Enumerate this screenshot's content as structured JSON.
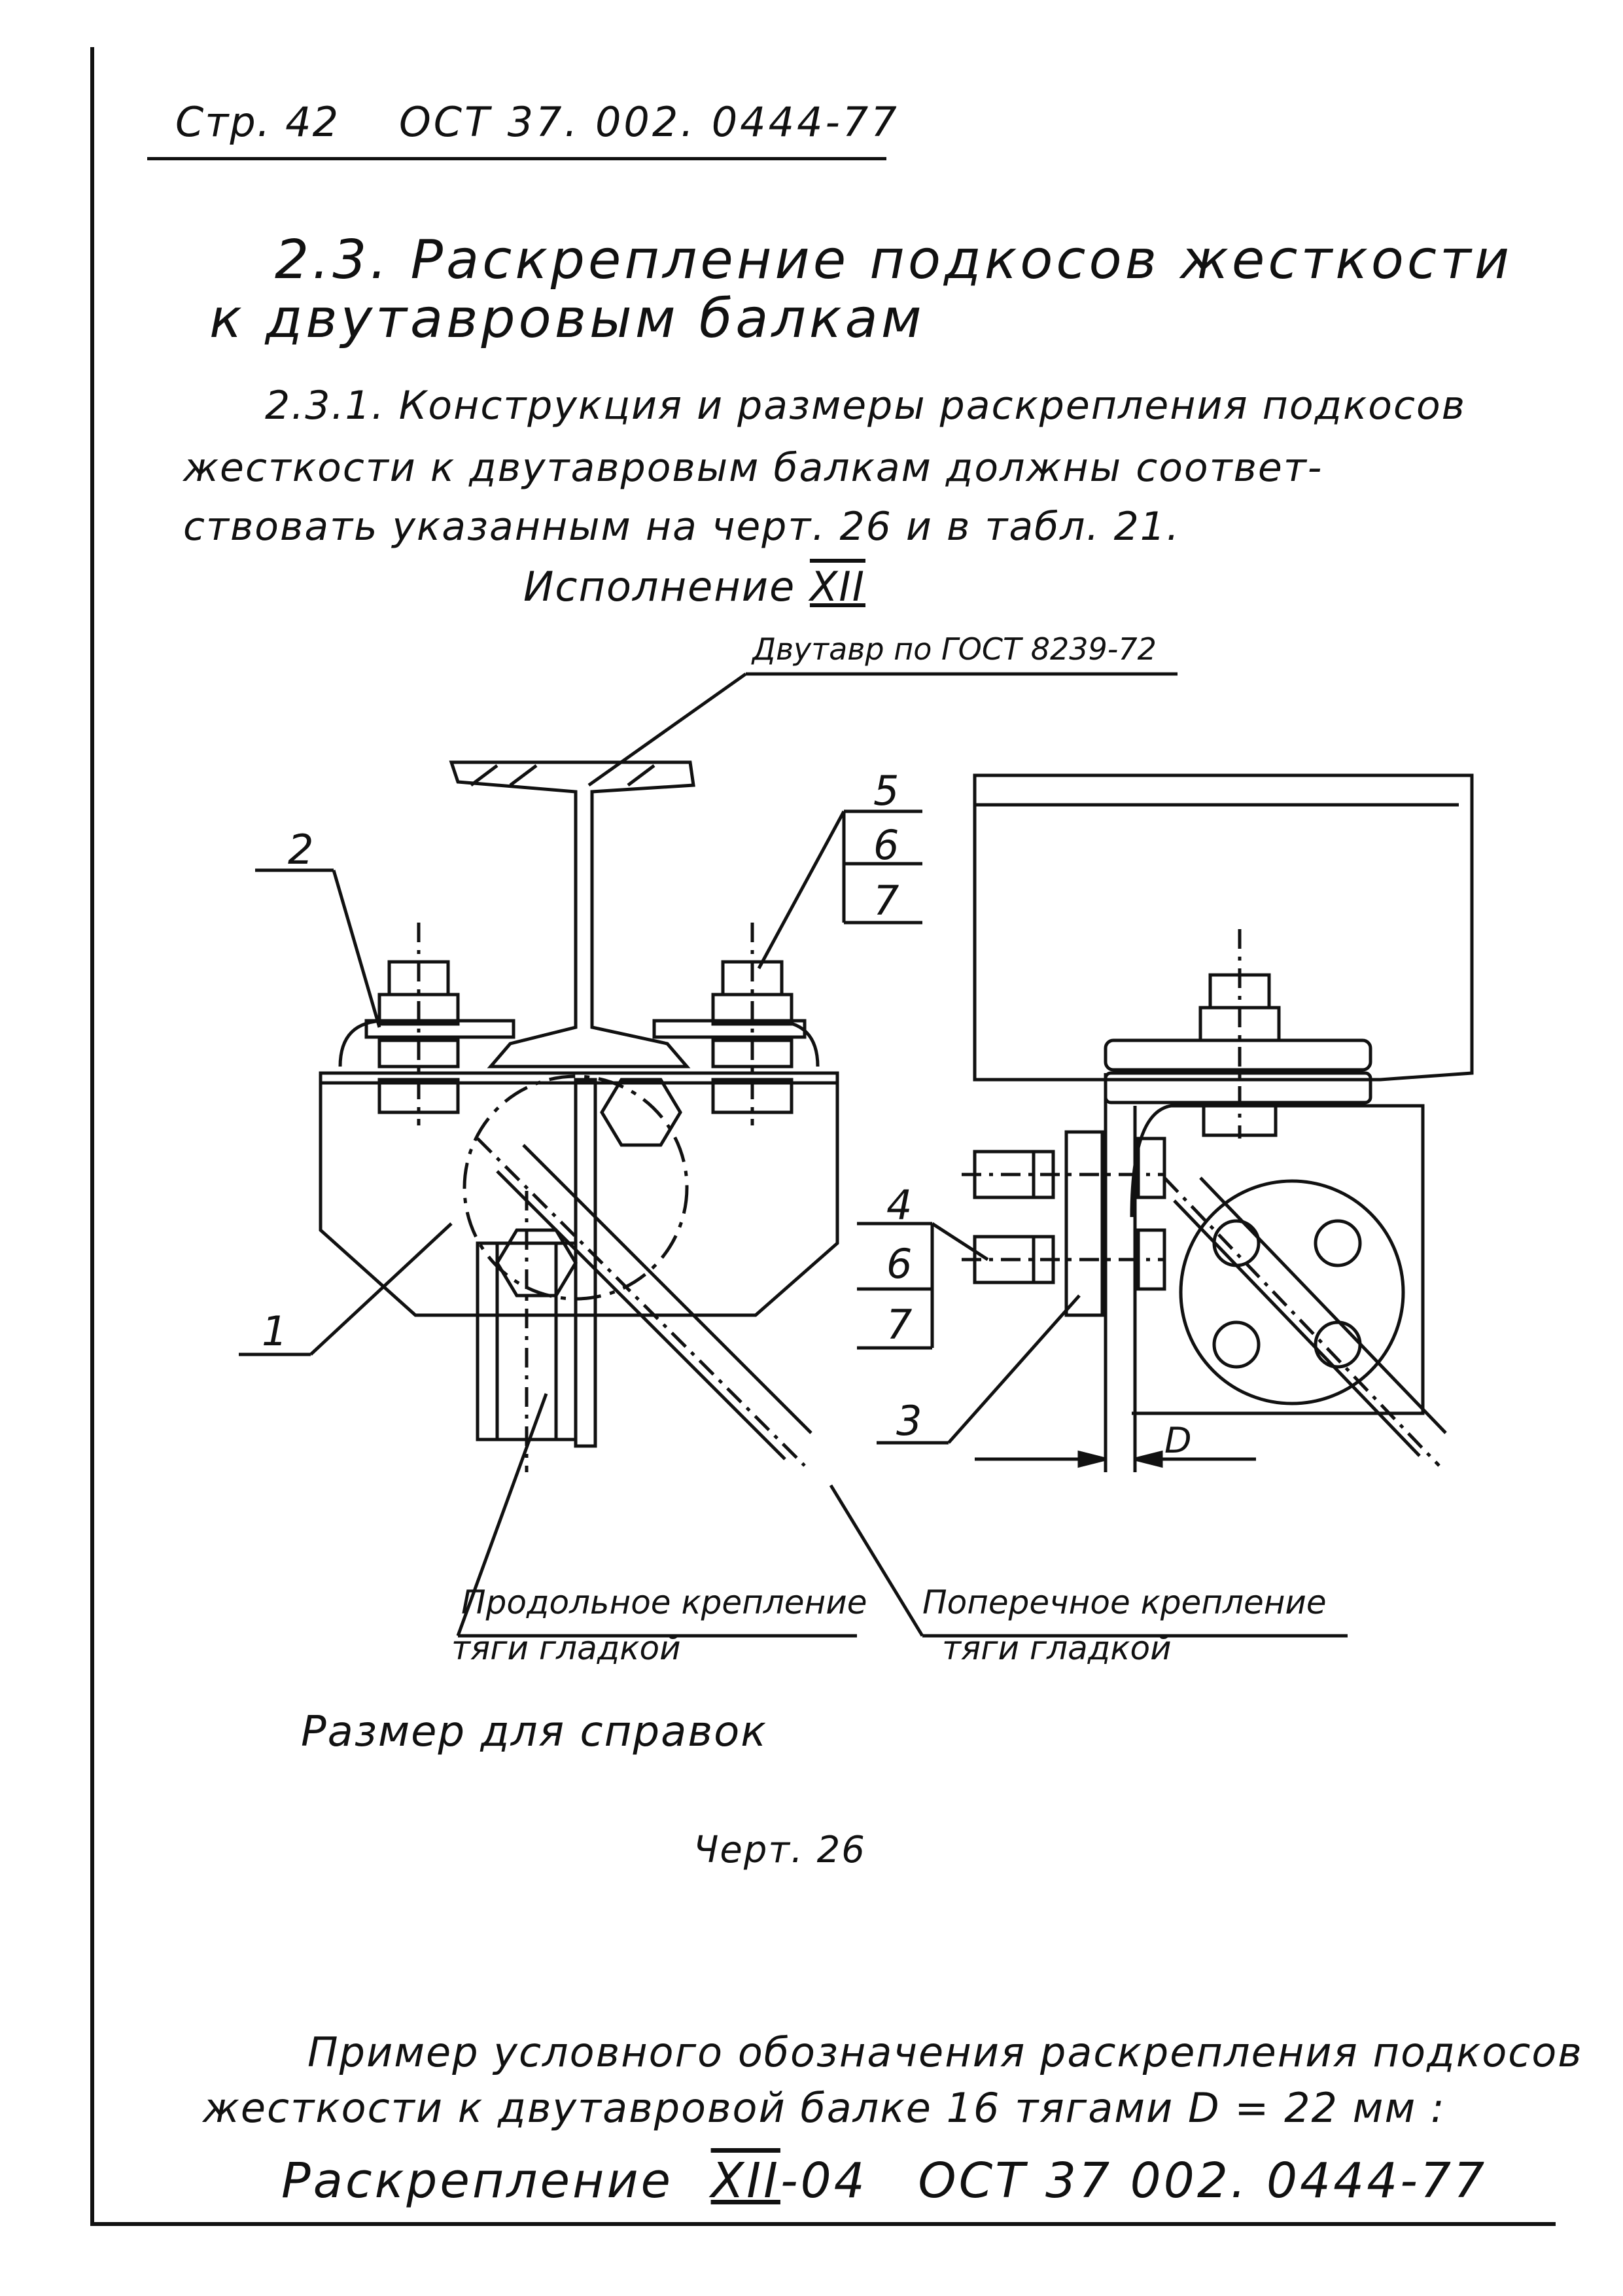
{
  "header": {
    "page": "Стр. 42",
    "standard": "ОСТ 37. 002. 0444-77"
  },
  "section": {
    "title_line1": "2.3. Раскрепление подкосов жесткости",
    "title_line2": "к двутавровым балкам"
  },
  "clause": {
    "line1": "2.3.1. Конструкция и размеры раскрепления подкосов",
    "line2": "жесткости к двутавровым балкам должны соответ-",
    "line3": "ствовать указанным на черт. 26 и в табл. 21."
  },
  "variant_label": "Исполнение",
  "variant_numeral": "XII",
  "drawing": {
    "beam_label": "Двутавр по ГОСТ 8239-72",
    "callouts": {
      "c1": "1",
      "c2": "2",
      "c3": "3",
      "c4": "4",
      "c5": "5",
      "c6a": "6",
      "c7a": "7",
      "c6b": "6",
      "c7b": "7"
    },
    "dimension_D": "D",
    "longitudinal_line1": "Продольное крепление",
    "longitudinal_line2": "тяги гладкой",
    "transverse_line1": "Поперечное крепление",
    "transverse_line2": "тяги гладкой"
  },
  "reference_note": "Размер для справок",
  "figure_caption": "Черт. 26",
  "example": {
    "line1": "Пример условного обозначения раскрепления подкосов",
    "line2": "жесткости к двутавровой балке 16 тягами D = 22 мм :",
    "designation_word": "Раскрепление",
    "designation_variant": "XII",
    "designation_suffix": "-04",
    "designation_standard": "ОСТ 37 002. 0444-77"
  }
}
